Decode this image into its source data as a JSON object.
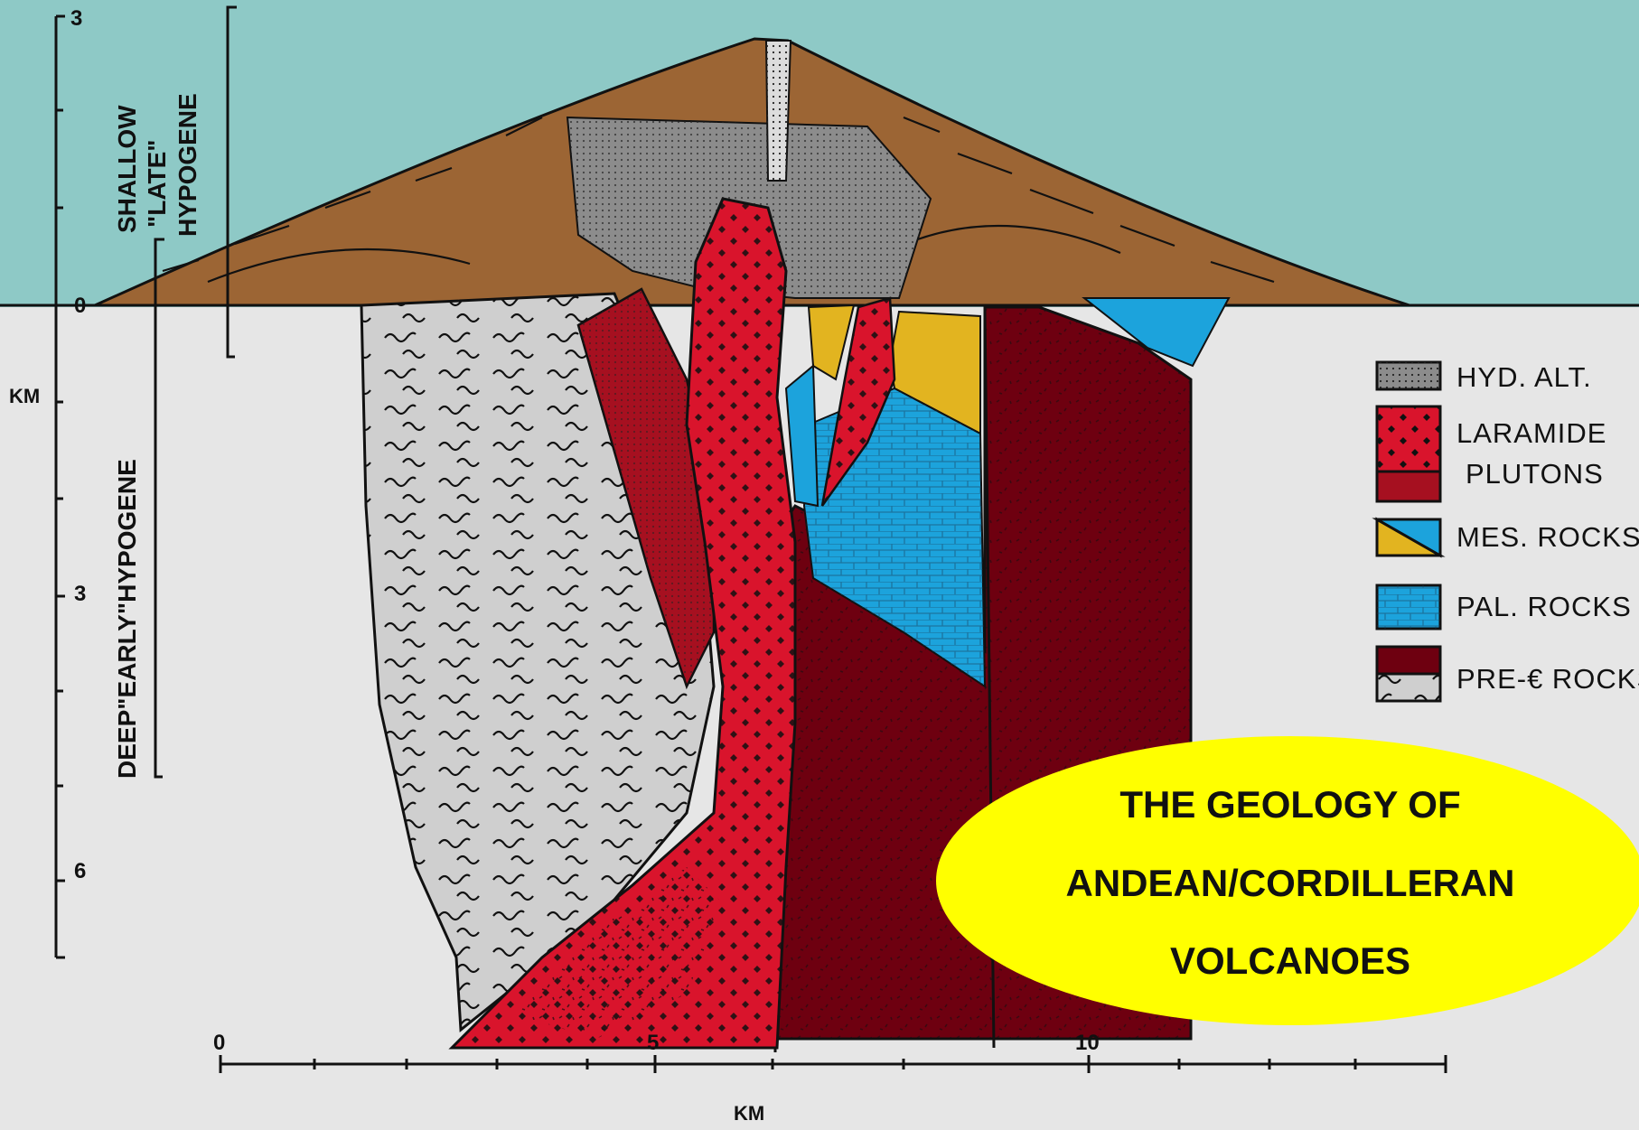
{
  "title": {
    "line1": "THE GEOLOGY OF",
    "line2": "ANDEAN/CORDILLERAN",
    "line3": "VOLCANOES"
  },
  "vertical_scale": {
    "unit": "KM",
    "ticks": [
      "3",
      "0",
      "3",
      "6"
    ]
  },
  "zones": {
    "shallow": [
      "SHALLOW",
      "\"LATE\"",
      "HYPOGENE"
    ],
    "deep": "DEEP\"EARLY\"HYPOGENE"
  },
  "horizontal_scale": {
    "unit": "KM",
    "ticks": [
      "0",
      "5",
      "10"
    ]
  },
  "legend": {
    "items": [
      {
        "key": "hyd",
        "lines": [
          "HYD. ALT."
        ],
        "color": "#8c8c8c"
      },
      {
        "key": "laramide",
        "lines": [
          "LARAMIDE",
          "PLUTONS"
        ],
        "color": "#d9142c"
      },
      {
        "key": "mes",
        "lines": [
          "MES. ROCKS"
        ],
        "color": "#e2b420"
      },
      {
        "key": "pal",
        "lines": [
          "PAL. ROCKS"
        ],
        "color": "#1ca3dc"
      },
      {
        "key": "prec",
        "lines": [
          "PRE-€ ROCKS"
        ],
        "color": "#6e0010"
      }
    ]
  },
  "colors": {
    "sky": "#8ec9c6",
    "ground": "#e6e6e6",
    "volcano": "#9c6534",
    "hyd_alteration": "#8c8c8c",
    "laramide_plutons": "#d9142c",
    "laramide_dark": "#a61020",
    "mes_rocks": "#e2b420",
    "pal_rocks": "#1ca3dc",
    "prec_rocks": "#6e0010",
    "prec_gray": "#cfcfcf",
    "title_ellipse": "#ffff00"
  }
}
